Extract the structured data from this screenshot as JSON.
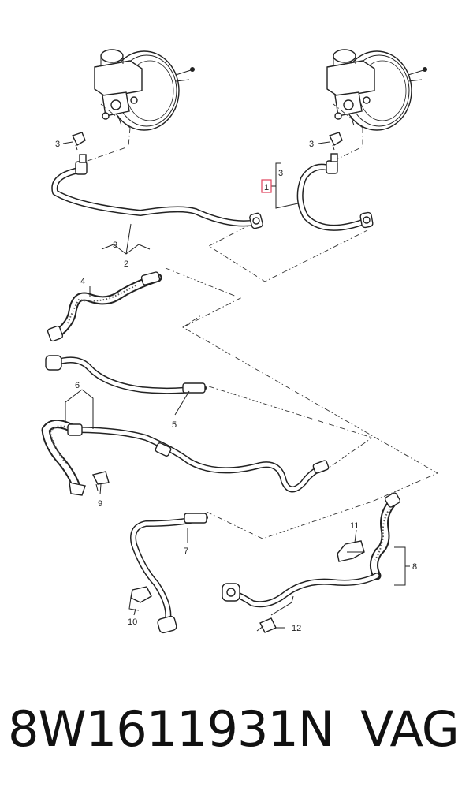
{
  "diagram": {
    "callouts": [
      {
        "id": "callout-3-left",
        "text": "3"
      },
      {
        "id": "callout-3-right",
        "text": "3"
      },
      {
        "id": "callout-1",
        "text": "1"
      },
      {
        "id": "callout-3-bracket",
        "text": "3"
      },
      {
        "id": "callout-3-lower",
        "text": "3"
      },
      {
        "id": "callout-2",
        "text": "2"
      },
      {
        "id": "callout-4",
        "text": "4"
      },
      {
        "id": "callout-6",
        "text": "6"
      },
      {
        "id": "callout-5",
        "text": "5"
      },
      {
        "id": "callout-9",
        "text": "9"
      },
      {
        "id": "callout-11",
        "text": "11"
      },
      {
        "id": "callout-8",
        "text": "8"
      },
      {
        "id": "callout-7",
        "text": "7"
      },
      {
        "id": "callout-10",
        "text": "10"
      },
      {
        "id": "callout-12",
        "text": "12"
      }
    ],
    "highlight_color": "#e0405a"
  },
  "caption": {
    "part_number": "8W1611931N",
    "brand": "VAG"
  }
}
